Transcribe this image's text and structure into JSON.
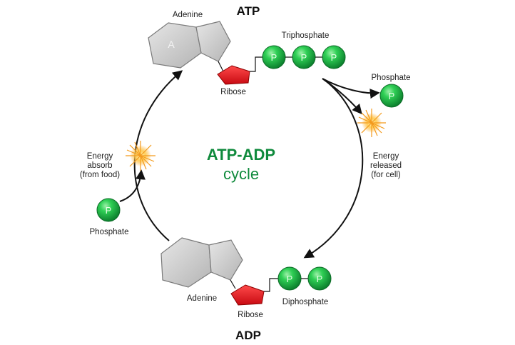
{
  "colors": {
    "phosphate": "#22b84a",
    "phosphate_dark": "#0b7d2c",
    "ribose": "#e8141d",
    "adenine": "#c8c8c8",
    "cycle_title": "#0f8a3c",
    "burst": "#f6a623"
  },
  "atp": {
    "title": "ATP",
    "adenine_label": "Adenine",
    "adenine_letter": "A",
    "ribose_label": "Ribose",
    "phosphate_group_label": "Triphosphate",
    "phosphate_letter": "P"
  },
  "adp": {
    "title": "ADP",
    "adenine_label": "Adenine",
    "ribose_label": "Ribose",
    "phosphate_group_label": "Diphosphate",
    "phosphate_letter": "P"
  },
  "center": {
    "title": "ATP-ADP",
    "subtitle": "cycle"
  },
  "released": {
    "phosphate_label": "Phosphate",
    "phosphate_letter": "P",
    "energy_lines": [
      "Energy",
      "released",
      "(for cell)"
    ]
  },
  "absorbed": {
    "phosphate_label": "Phosphate",
    "phosphate_letter": "P",
    "energy_lines": [
      "Energy",
      "absorb",
      "(from food)"
    ]
  },
  "icons": {
    "adenine": "hexagon-pentagon-ring-icon",
    "ribose": "pentagon-icon",
    "phosphate": "green-sphere-icon",
    "energy": "starburst-icon"
  }
}
